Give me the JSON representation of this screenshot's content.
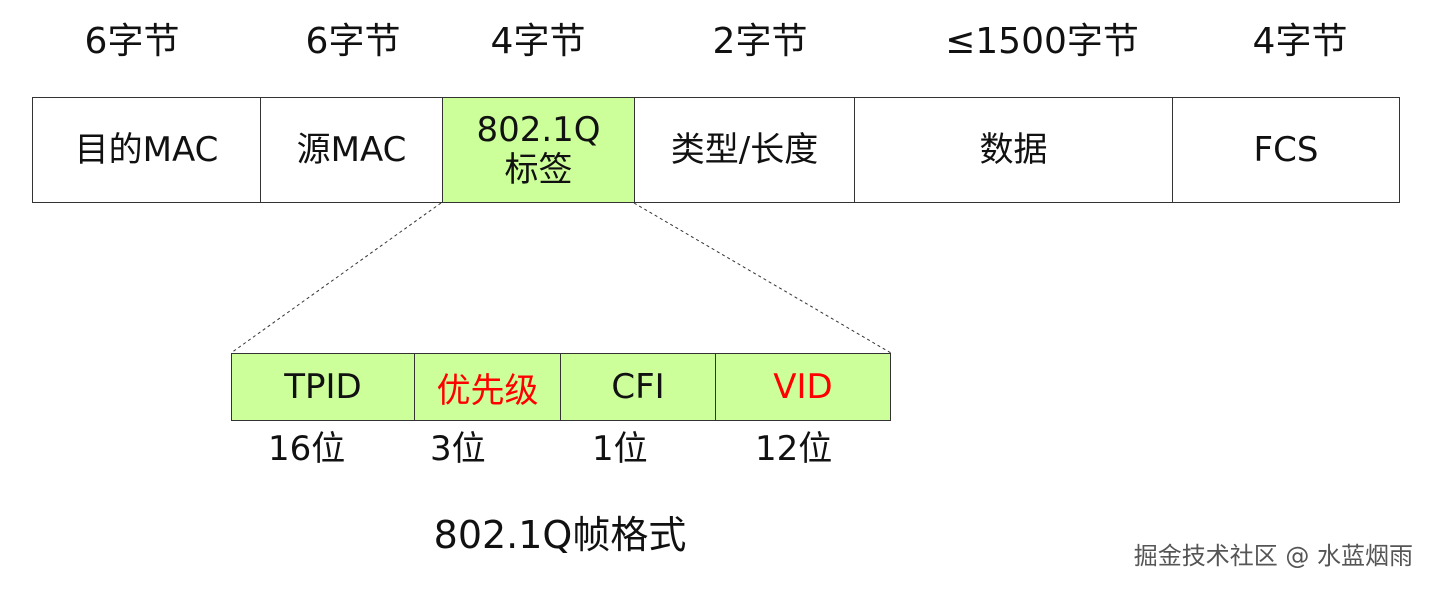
{
  "frame": {
    "size_labels": [
      "6字节",
      "6字节",
      "4字节",
      "2字节",
      "≤1500字节",
      "4字节"
    ],
    "fields": {
      "dest_mac": "目的MAC",
      "src_mac": "源MAC",
      "tag_line1": "802.1Q",
      "tag_line2": "标签",
      "type_length": "类型/长度",
      "data": "数据",
      "fcs": "FCS"
    }
  },
  "tag_format": {
    "fields": [
      "TPID",
      "优先级",
      "CFI",
      "VID"
    ],
    "bits": [
      "16位",
      "3位",
      "1位",
      "12位"
    ],
    "caption": "802.1Q帧格式"
  },
  "colors": {
    "highlight_fill": "#ccff99",
    "emphasis_text": "#ff0000"
  },
  "watermark": "掘金技术社区 @ 水蓝烟雨"
}
